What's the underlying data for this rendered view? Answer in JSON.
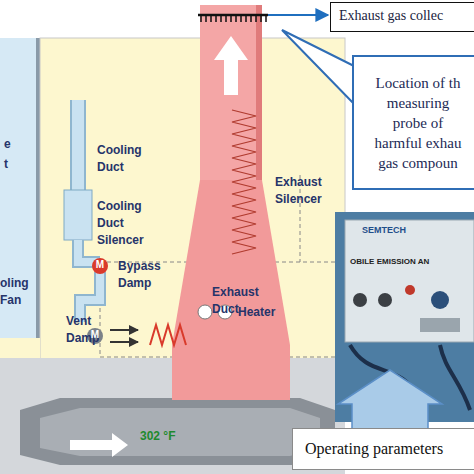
{
  "diagram": {
    "nodes": [
      {
        "text": [
          "Exhaust gas collec"
        ]
      },
      {
        "text": [
          "Location of th measuring probe of harmful exhau gas compoun"
        ]
      },
      {
        "text": [
          "Operating parameters"
        ]
      }
    ],
    "labels": [
      "e",
      "t",
      "Cooling Duct",
      "Exhaust Silencer",
      "Cooling Duct Silencer",
      "SEMTECH",
      "OBILE EMISSION AN",
      "Bypass Damp",
      "M",
      "oling Fan",
      "Heater",
      "Exhaust Duct",
      "Vent Damp",
      "M",
      "302 °F"
    ]
  }
}
